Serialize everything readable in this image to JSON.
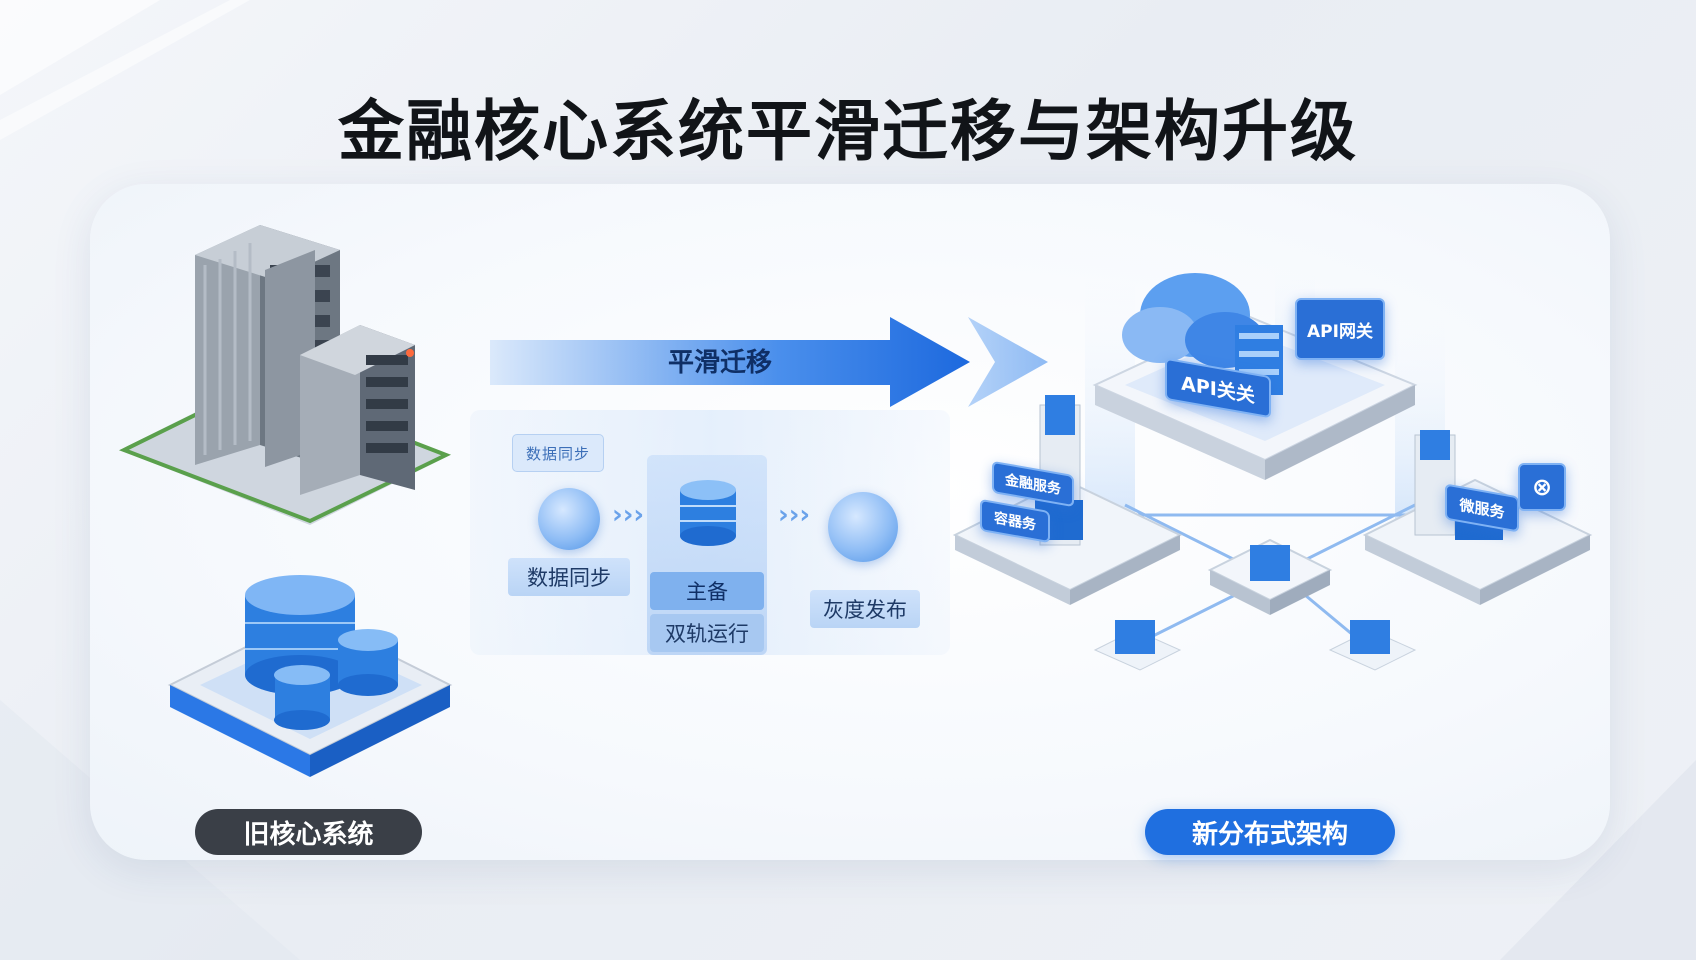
{
  "title": "金融核心系统平滑迁移与架构升级",
  "labels": {
    "old_system": "旧核心系统",
    "new_architecture": "新分布式架构",
    "migration_arrow": "平滑迁移",
    "data_sync": "数据同步",
    "dual_track_top": "主备",
    "dual_track": "双轨运行",
    "gray_release": "灰度发布",
    "sync_tag": "数据同步"
  },
  "new_arch_badges": {
    "api_gateway": "API关关",
    "api_mgmt": "API网关",
    "service_a": "金融服务",
    "service_b": "容器务",
    "service_c": "微服务"
  },
  "colors": {
    "accent_blue": "#1f6fe0",
    "dark_pill": "#3a3f47",
    "title": "#111418"
  }
}
